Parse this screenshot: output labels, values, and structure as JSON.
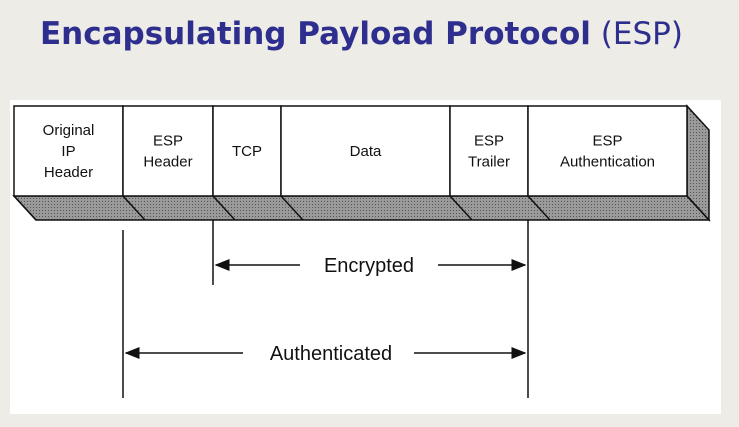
{
  "title": {
    "main": "Encapsulating Payload Protocol",
    "abbr": "(ESP)"
  },
  "packet": {
    "fields": [
      {
        "id": "original-ip-header",
        "lines": [
          "Original",
          "IP",
          "Header"
        ]
      },
      {
        "id": "esp-header",
        "lines": [
          "ESP",
          "Header"
        ]
      },
      {
        "id": "tcp",
        "lines": [
          "TCP"
        ]
      },
      {
        "id": "data",
        "lines": [
          "Data"
        ]
      },
      {
        "id": "esp-trailer",
        "lines": [
          "ESP",
          "Trailer"
        ]
      },
      {
        "id": "esp-authentication",
        "lines": [
          "ESP",
          "Authentication"
        ]
      }
    ]
  },
  "ranges": {
    "encrypted": "Encrypted",
    "authenticated": "Authenticated"
  },
  "colors": {
    "title": "#2e2e8e",
    "background": "#eeece6",
    "panel": "#ffffff",
    "shade": "#8a8a8a"
  }
}
